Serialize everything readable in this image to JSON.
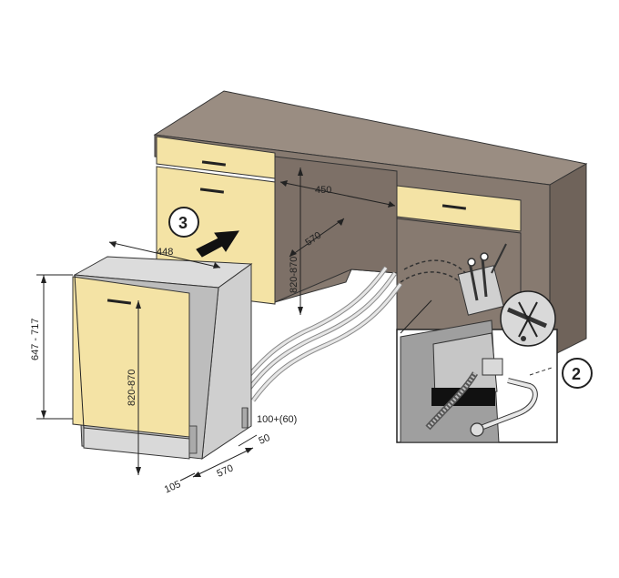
{
  "steps": {
    "step_3": "3",
    "step_2": "2"
  },
  "dimensions": {
    "cabinet_width": "450",
    "cabinet_depth": "570",
    "cabinet_height": "820-870",
    "dw_width": "448",
    "dw_panel_height": "647 - 717",
    "dw_height": "820-870",
    "dw_depth": "570",
    "plinth_gap": "100+(60)",
    "plinth_depth": "50",
    "front_offset": "105"
  },
  "colors": {
    "cabinet_body": "#877a70",
    "cabinet_dark": "#6f635a",
    "cabinet_top": "#9a8d82",
    "front_panel": "#f4e3a5",
    "appliance_gray": "#cfcfcf",
    "appliance_dark": "#9f9f9f",
    "outline": "#333333"
  },
  "icons": {
    "arrow": "push-arrow-icon",
    "faucet": "water-tap-icon",
    "hose": "drain-hose-icon"
  }
}
